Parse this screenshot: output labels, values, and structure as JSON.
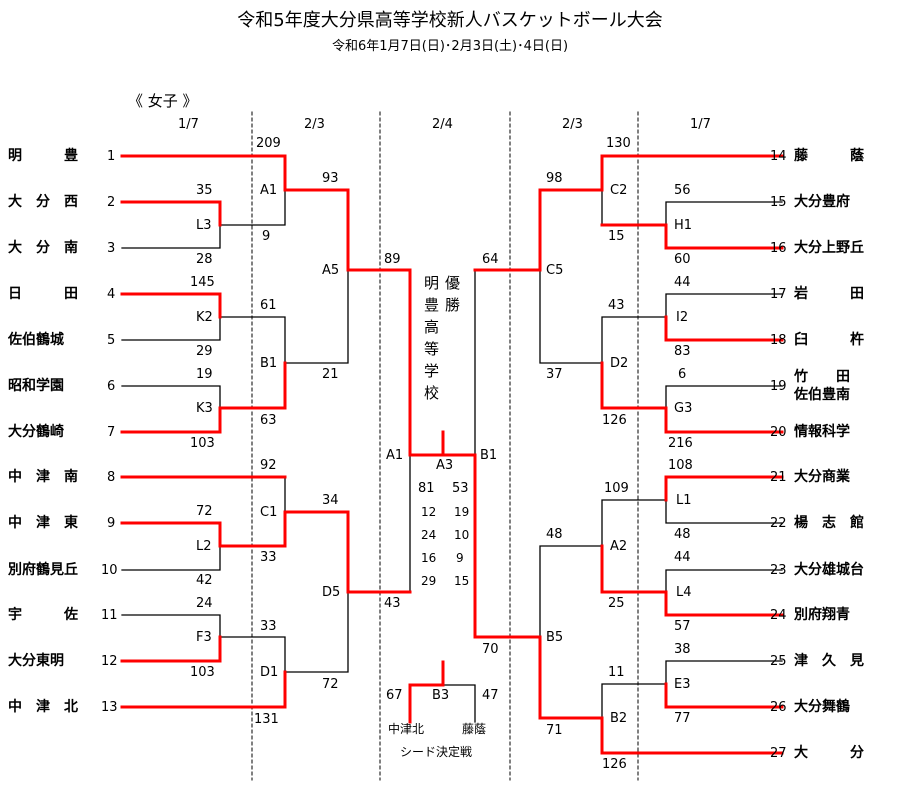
{
  "header": {
    "title": "令和5年度大分県高等学校新人バスケットボール大会",
    "dates": "令和6年1月7日(日)･2月3日(土)･4日(日)",
    "category": "《 女子 》"
  },
  "round_dates": [
    "1/7",
    "2/3",
    "2/4",
    "2/3",
    "1/7"
  ],
  "left_teams": [
    {
      "name": "明　　　豊",
      "seed": "1"
    },
    {
      "name": "大　分　西",
      "seed": "2"
    },
    {
      "name": "大　分　南",
      "seed": "3"
    },
    {
      "name": "日　　　田",
      "seed": "4"
    },
    {
      "name": "佐伯鶴城",
      "seed": "5"
    },
    {
      "name": "昭和学園",
      "seed": "6"
    },
    {
      "name": "大分鶴崎",
      "seed": "7"
    },
    {
      "name": "中　津　南",
      "seed": "8"
    },
    {
      "name": "中　津　東",
      "seed": "9"
    },
    {
      "name": "別府鶴見丘",
      "seed": "10"
    },
    {
      "name": "宇　　　佐",
      "seed": "11"
    },
    {
      "name": "大分東明",
      "seed": "12"
    },
    {
      "name": "中　津　北",
      "seed": "13"
    }
  ],
  "right_teams": [
    {
      "name": "藤　　　蔭",
      "seed": "14"
    },
    {
      "name": "大分豊府",
      "seed": "15"
    },
    {
      "name": "大分上野丘",
      "seed": "16"
    },
    {
      "name": "岩　　　田",
      "seed": "17"
    },
    {
      "name": "臼　　　杵",
      "seed": "18"
    },
    {
      "name": "竹　　田",
      "name2": "佐伯豊南",
      "seed": "19"
    },
    {
      "name": "情報科学",
      "seed": "20"
    },
    {
      "name": "大分商業",
      "seed": "21"
    },
    {
      "name": "楊　志　館",
      "seed": "22"
    },
    {
      "name": "大分雄城台",
      "seed": "23"
    },
    {
      "name": "別府翔青",
      "seed": "24"
    },
    {
      "name": "津　久　見",
      "seed": "25"
    },
    {
      "name": "大分舞鶴",
      "seed": "26"
    },
    {
      "name": "大　　　分",
      "seed": "27"
    }
  ],
  "game_labels": {
    "L3": "L3",
    "K2": "K2",
    "K3": "K3",
    "L2": "L2",
    "F3": "F3",
    "A1": "A1",
    "B1": "B1",
    "C1": "C1",
    "D1": "D1",
    "A5": "A5",
    "D5": "D5",
    "H1": "H1",
    "I2": "I2",
    "G3": "G3",
    "L1": "L1",
    "L4": "L4",
    "E3": "E3",
    "C2": "C2",
    "D2": "D2",
    "A2": "A2",
    "B2": "B2",
    "C5": "C5",
    "B5": "B5",
    "A1f": "A1",
    "A3": "A3",
    "B1f": "B1",
    "B3": "B3"
  },
  "scores": {
    "s209": "209",
    "s35": "35",
    "s9": "9",
    "s28": "28",
    "s145": "145",
    "s61": "61",
    "s29": "29",
    "s19": "19",
    "s63": "63",
    "s103a": "103",
    "s92": "92",
    "s72a": "72",
    "s33a": "33",
    "s42": "42",
    "s24": "24",
    "s33b": "33",
    "s103b": "103",
    "s131": "131",
    "s93": "93",
    "s21": "21",
    "s34": "34",
    "s72b": "72",
    "s89": "89",
    "s43": "43",
    "s130": "130",
    "s56": "56",
    "s15": "15",
    "s60": "60",
    "s44a": "44",
    "s43b": "43",
    "s83": "83",
    "s6": "6",
    "s126a": "126",
    "s216": "216",
    "s108": "108",
    "s109": "109",
    "s48a": "48",
    "s44b": "44",
    "s25": "25",
    "s57": "57",
    "s38": "38",
    "s11": "11",
    "s77": "77",
    "s126b": "126",
    "s98": "98",
    "s37": "37",
    "s48b": "48",
    "s71": "71",
    "s64": "64",
    "s70": "70",
    "s67": "67",
    "s47": "47"
  },
  "final": {
    "score_left": "81",
    "score_right": "53",
    "quarters": [
      [
        "12",
        "19"
      ],
      [
        "24",
        "10"
      ],
      [
        "16",
        "9"
      ],
      [
        "29",
        "15"
      ]
    ],
    "winner": [
      "明",
      "豊",
      "優",
      "勝",
      "高",
      "等",
      "学",
      "校"
    ]
  },
  "seed_match": {
    "left": "中津北",
    "right": "藤蔭",
    "caption": "シード決定戦"
  },
  "colors": {
    "win": "#ff0000",
    "line": "#000000"
  }
}
